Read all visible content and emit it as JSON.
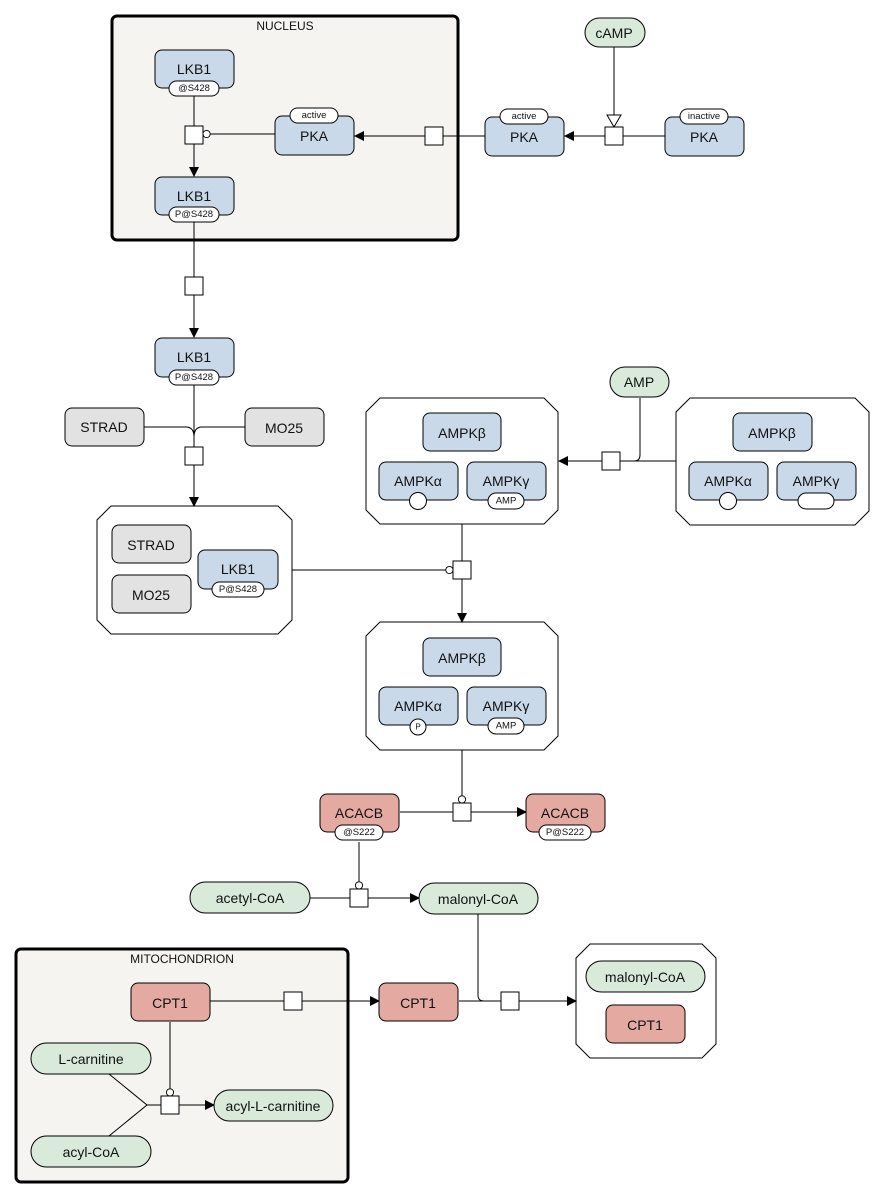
{
  "compartments": {
    "nucleus": "NUCLEUS",
    "mitochondrion": "MITOCHONDRION"
  },
  "nodes": {
    "lkb1_nuc_top": {
      "label": "LKB1",
      "state": "@S428"
    },
    "lkb1_nuc_bottom": {
      "label": "LKB1",
      "state": "P@S428"
    },
    "pka_nucleus": {
      "label": "PKA",
      "state": "active"
    },
    "pka_active": {
      "label": "PKA",
      "state": "active"
    },
    "pka_inactive": {
      "label": "PKA",
      "state": "inactive"
    },
    "camp": {
      "label": "cAMP"
    },
    "lkb1_cyto": {
      "label": "LKB1",
      "state": "P@S428"
    },
    "strad": {
      "label": "STRAD"
    },
    "mo25": {
      "label": "MO25"
    },
    "complex_lkb1": {
      "strad": "STRAD",
      "mo25": "MO25",
      "lkb1": "LKB1",
      "lkb1_state": "P@S428"
    },
    "amp": {
      "label": "AMP"
    },
    "ampk_bound": {
      "beta": "AMPKβ",
      "alpha": "AMPKα",
      "gamma": "AMPKγ",
      "gamma_state": "AMP"
    },
    "ampk_free": {
      "beta": "AMPKβ",
      "alpha": "AMPKα",
      "gamma": "AMPKγ"
    },
    "ampk_active": {
      "beta": "AMPKβ",
      "alpha": "AMPKα",
      "alpha_state": "P",
      "gamma": "AMPKγ",
      "gamma_state": "AMP"
    },
    "acacb_left": {
      "label": "ACACB",
      "state": "@S222"
    },
    "acacb_right": {
      "label": "ACACB",
      "state": "P@S222"
    },
    "acetyl_coa": {
      "label": "acetyl-CoA"
    },
    "malonyl_coa": {
      "label": "malonyl-CoA"
    },
    "complex_malonyl": {
      "malonyl": "malonyl-CoA",
      "cpt1": "CPT1"
    },
    "cpt1_mito": {
      "label": "CPT1"
    },
    "cpt1_cyto": {
      "label": "CPT1"
    },
    "l_carnitine": {
      "label": "L-carnitine"
    },
    "acyl_coa": {
      "label": "acyl-CoA"
    },
    "acyl_l_carnitine": {
      "label": "acyl-L-carnitine"
    }
  },
  "colors": {
    "protein": "#c9d9ea",
    "metabolite": "#d9eadb",
    "generic": "#e2e2e2",
    "enzyme": "#e4aaa2",
    "compartment": "#f5f4f0"
  }
}
